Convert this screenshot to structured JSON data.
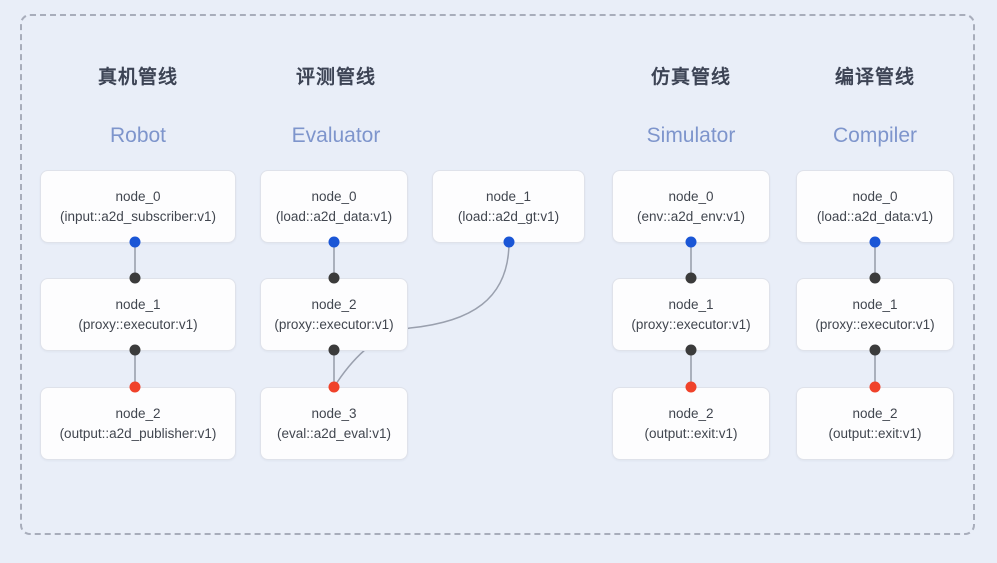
{
  "diagram": {
    "frame": {
      "style": "dashed-rounded-rectangle",
      "border_color": "#a8adbb"
    },
    "background_color": "#e9eef8",
    "accent_blue": "#7e95cc",
    "port_colors": {
      "input": "#1a56d6",
      "middle": "#3b3b3b",
      "output": "#f0422a"
    }
  },
  "columns": [
    {
      "id": "robot",
      "title_cn": "真机管线",
      "title_en": "Robot",
      "nodes": [
        {
          "name": "node_0",
          "type": "(input::a2d_subscriber:v1)"
        },
        {
          "name": "node_1",
          "type": "(proxy::executor:v1)"
        },
        {
          "name": "node_2",
          "type": "(output::a2d_publisher:v1)"
        }
      ]
    },
    {
      "id": "evaluator",
      "title_cn": "评测管线",
      "title_en": "Evaluator",
      "nodes": [
        {
          "name": "node_0",
          "type": "(load::a2d_data:v1)"
        },
        {
          "name": "node_1",
          "type": "(load::a2d_gt:v1)"
        },
        {
          "name": "node_2",
          "type": "(proxy::executor:v1)"
        },
        {
          "name": "node_3",
          "type": "(eval::a2d_eval:v1)"
        }
      ]
    },
    {
      "id": "simulator",
      "title_cn": "仿真管线",
      "title_en": "Simulator",
      "nodes": [
        {
          "name": "node_0",
          "type": "(env::a2d_env:v1)"
        },
        {
          "name": "node_1",
          "type": "(proxy::executor:v1)"
        },
        {
          "name": "node_2",
          "type": "(output::exit:v1)"
        }
      ]
    },
    {
      "id": "compiler",
      "title_cn": "编译管线",
      "title_en": "Compiler",
      "nodes": [
        {
          "name": "node_0",
          "type": "(load::a2d_data:v1)"
        },
        {
          "name": "node_1",
          "type": "(proxy::executor:v1)"
        },
        {
          "name": "node_2",
          "type": "(output::exit:v1)"
        }
      ]
    }
  ]
}
